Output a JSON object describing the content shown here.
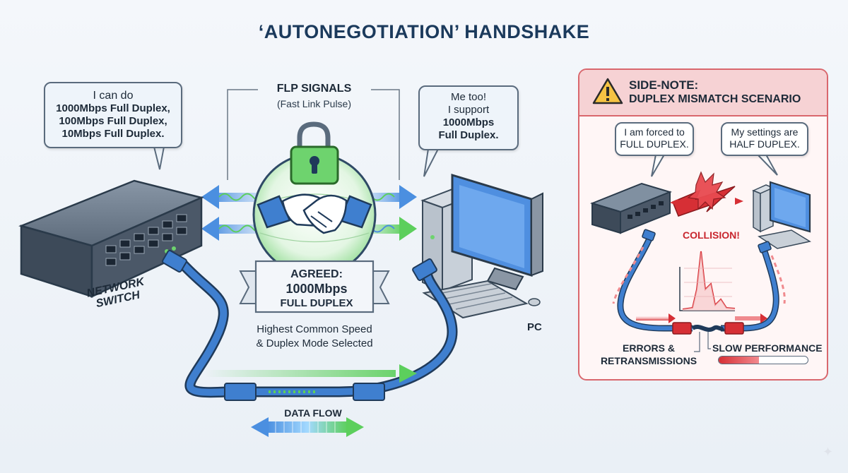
{
  "title": "‘AUTONEGOTIATION’ HANDSHAKE",
  "switch_bubble": {
    "line1": "I can do",
    "line2": "1000Mbps Full Duplex,",
    "line3": "100Mbps Full Duplex,",
    "line4": "10Mbps Full Duplex."
  },
  "pc_bubble": {
    "line1": "Me too!",
    "line2": "I support",
    "line3": "1000Mbps",
    "line4": "Full Duplex."
  },
  "flp": {
    "title": "FLP SIGNALS",
    "subtitle": "(Fast Link Pulse)"
  },
  "agreed": {
    "line1": "AGREED:",
    "line2": "1000Mbps",
    "line3": "FULL DUPLEX"
  },
  "highest": {
    "line1": "Highest Common Speed",
    "line2": "& Duplex Mode Selected"
  },
  "switch_label": {
    "line1": "NETWORK",
    "line2": "SWITCH"
  },
  "pc_label": "PC",
  "dataflow_label": "DATA FLOW",
  "side_note": {
    "title_line1": "SIDE-NOTE:",
    "title_line2": "DUPLEX MISMATCH SCENARIO",
    "forced_bubble": {
      "line1": "I am forced to",
      "line2": "FULL DUPLEX."
    },
    "half_bubble": {
      "line1": "My settings are",
      "line2": "HALF DUPLEX."
    },
    "collision": "COLLISION!",
    "errors": {
      "line1": "ERRORS &",
      "line2": "RETRANSMISSIONS"
    },
    "slow": "SLOW PERFORMANCE",
    "performance_level": 0.45
  },
  "icons": [
    "warning-icon",
    "padlock-icon",
    "handshake-icon",
    "switch-icon",
    "pc-icon",
    "ethernet-plug-icon",
    "lightning-icon",
    "graph-icon"
  ],
  "colors": {
    "cable": "#2f6fc0",
    "signal_green": "#5ccf5c",
    "signal_blue": "#4b8fe0",
    "alert_red": "#d62f35",
    "title_navy": "#1b3a5c"
  }
}
